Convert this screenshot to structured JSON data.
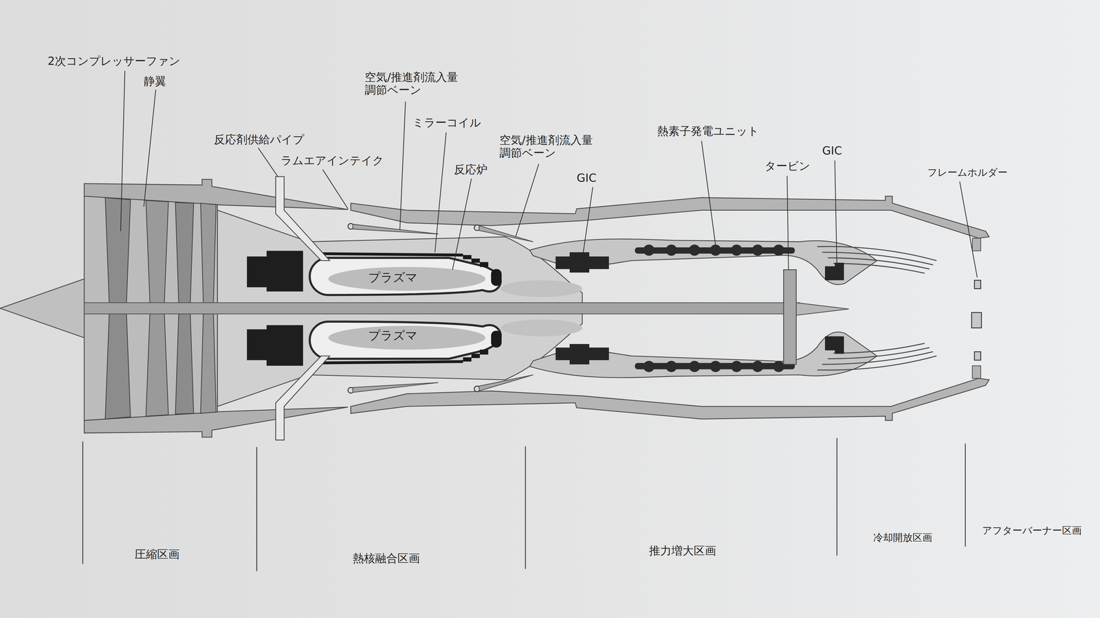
{
  "diagram": {
    "labels": [
      "2次コンプレッサーファン",
      "静翼",
      "空気/推進剤流入量 調節ベーン",
      "ミラーコイル",
      "反応剤供給パイプ",
      "空気/推進剤流入量 調節ベーン",
      "熱素子発電ユニット",
      "GIC",
      "ラムエアインテイク",
      "タービン",
      "反応炉",
      "フレームホルダー",
      "GIC",
      "プラズマ",
      "プラズマ",
      "圧縮区画",
      "熱核融合区画",
      "推力増大区画",
      "冷却開放区画",
      "アフターバーナー区画"
    ]
  }
}
